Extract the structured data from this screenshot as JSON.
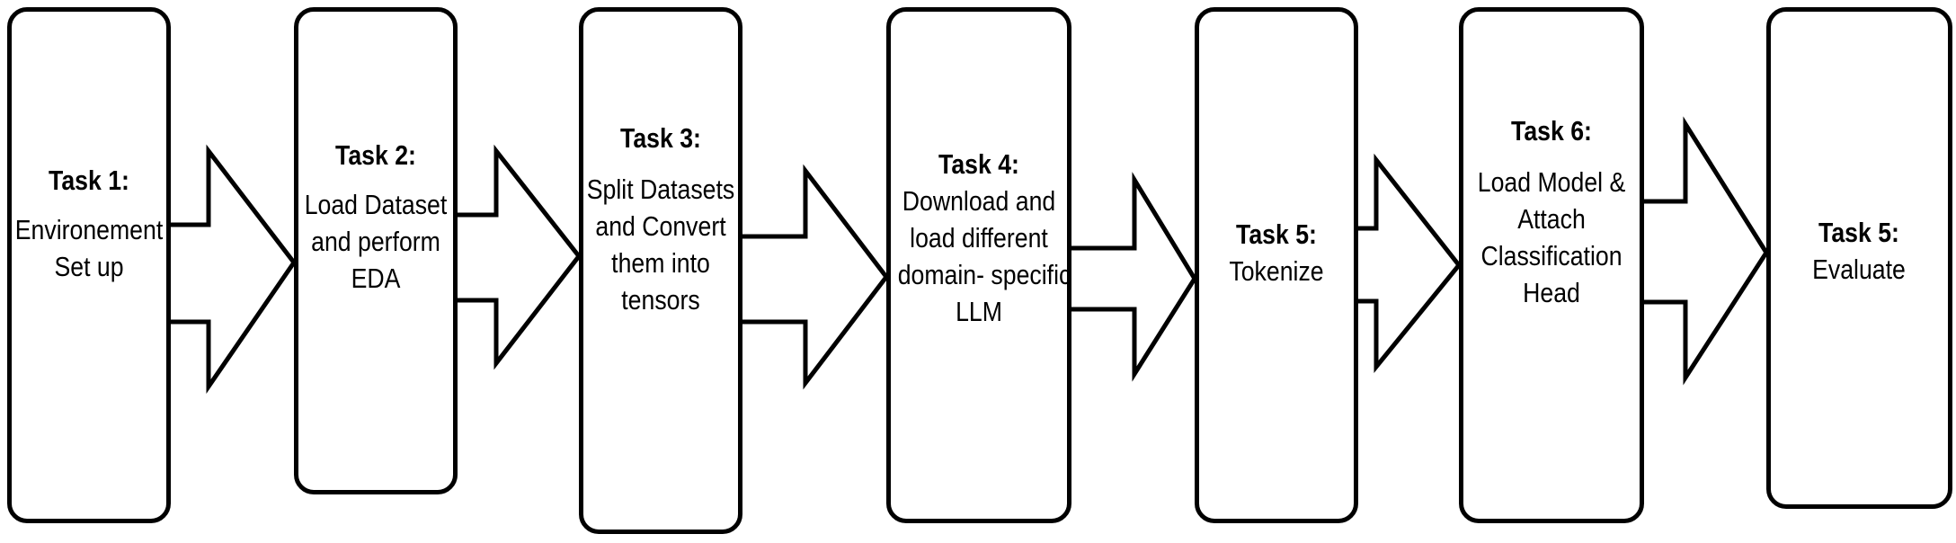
{
  "tasks": [
    {
      "title": "Task 1:",
      "body": [
        "Environement",
        "Set up"
      ]
    },
    {
      "title": "Task 2:",
      "body": [
        "Load Dataset",
        "and perform",
        "EDA"
      ]
    },
    {
      "title": "Task 3:",
      "body": [
        "Split Datasets",
        "and Convert",
        "them into",
        "tensors"
      ]
    },
    {
      "title": "Task 4:",
      "body": [
        "Download and",
        "load different",
        "domain- specific",
        "LLM"
      ]
    },
    {
      "title": "Task 5:",
      "body": [
        "Tokenize"
      ]
    },
    {
      "title": "Task 6:",
      "body": [
        "Load Model &",
        "Attach",
        "Classification",
        "Head"
      ]
    },
    {
      "title": "Task 5:",
      "body": [
        "Evaluate"
      ]
    }
  ]
}
